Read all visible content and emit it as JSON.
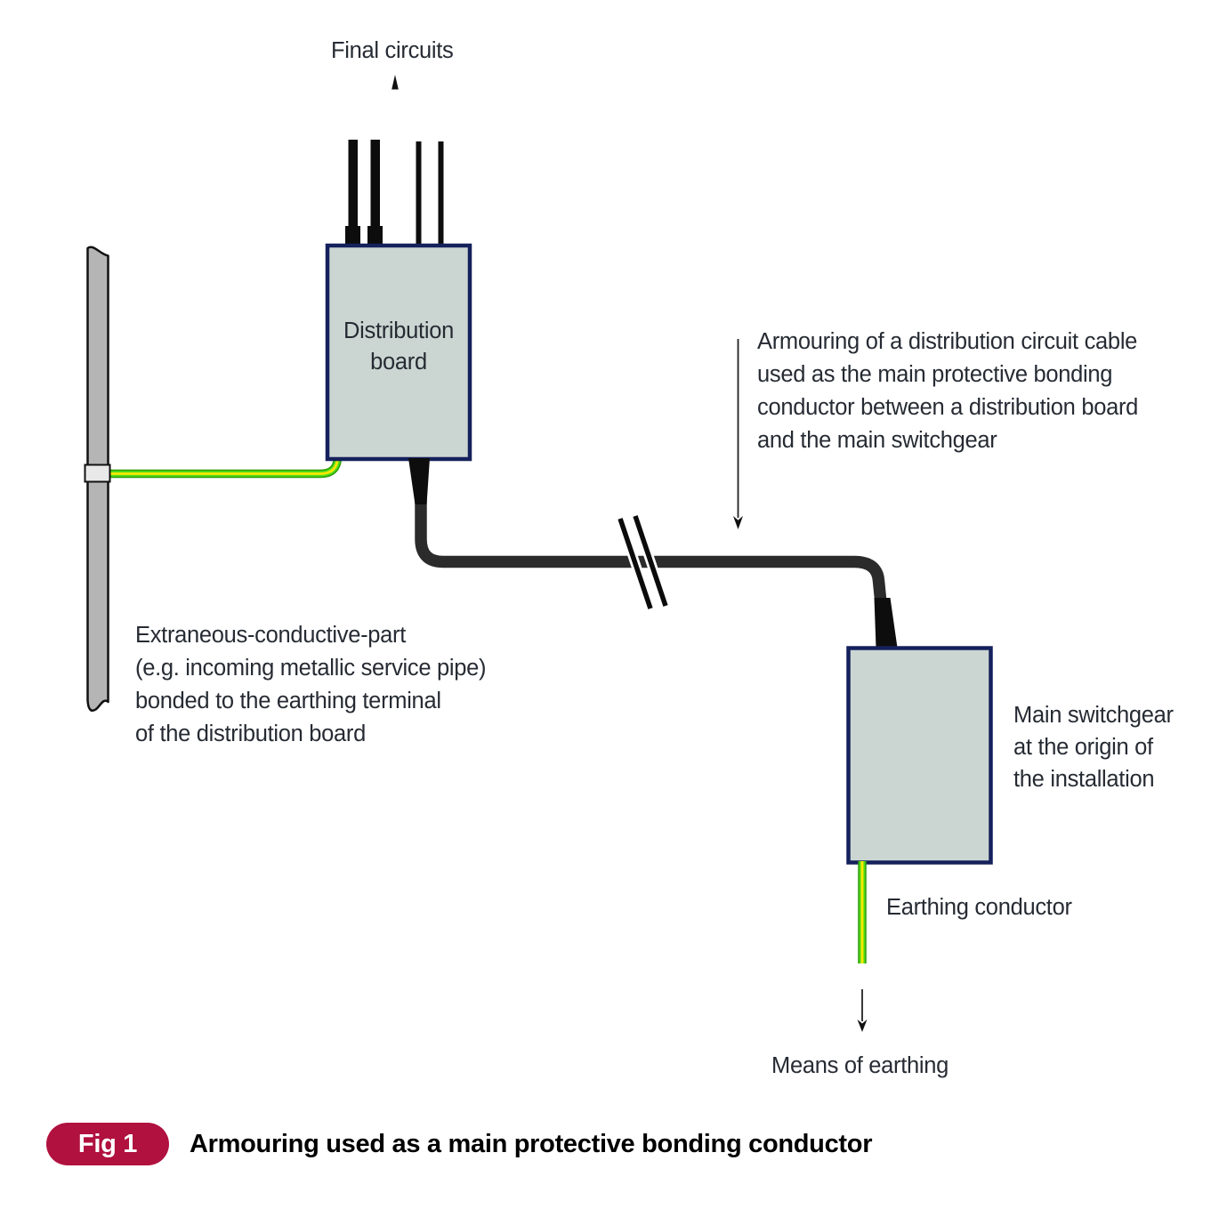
{
  "diagram": {
    "final_circuits_label": "Final circuits",
    "distribution_board_lines": [
      "Distribution",
      "board"
    ],
    "armouring_note_lines": [
      "Armouring of a distribution circuit cable",
      "used as the main protective bonding",
      "conductor between a distribution board",
      "and the main switchgear"
    ],
    "extraneous_note_lines": [
      "Extraneous-conductive-part",
      "(e.g. incoming metallic service pipe)",
      "bonded to the earthing terminal",
      "of the distribution board"
    ],
    "main_switchgear_lines": [
      "Main switchgear",
      "at the origin of",
      "the installation"
    ],
    "earthing_conductor_label": "Earthing conductor",
    "means_of_earthing_label": "Means of earthing",
    "colors": {
      "box_fill": "#cbd6d2",
      "box_border": "#15215c",
      "cable_dark": "#0d0d0d",
      "cable_armour": "#2b2b2b",
      "earth_green": "#4fdd1c",
      "earth_green_edge": "#2e9e07",
      "earth_yellow": "#ffe800",
      "pipe_fill": "#b5b5b5",
      "clamp_fill": "#e9e9e9",
      "badge": "#b0113f",
      "text": "#262b33"
    }
  },
  "caption": {
    "badge_label": "Fig 1",
    "title": "Armouring used as a main protective bonding conductor"
  }
}
